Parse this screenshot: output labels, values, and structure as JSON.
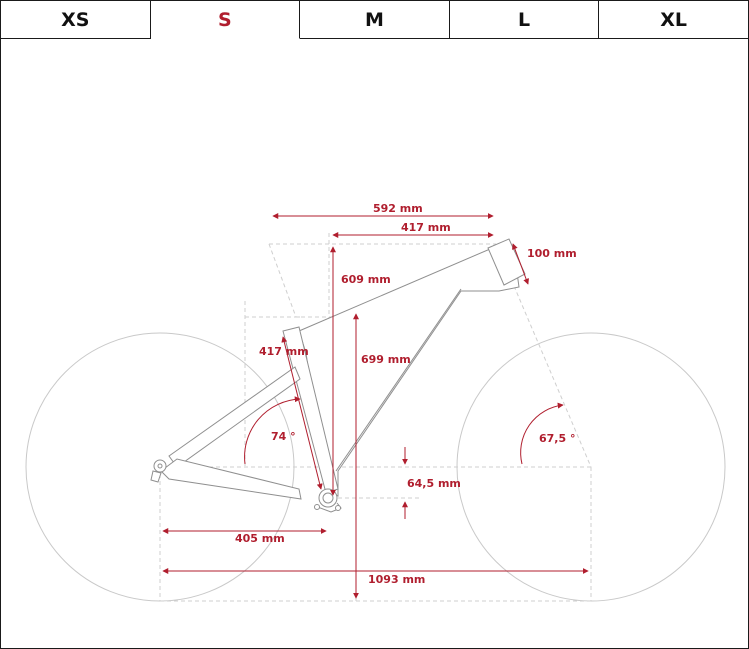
{
  "size_tabs": [
    {
      "label": "XS",
      "active": false
    },
    {
      "label": "S",
      "active": true
    },
    {
      "label": "M",
      "active": false
    },
    {
      "label": "L",
      "active": false
    },
    {
      "label": "XL",
      "active": false
    }
  ],
  "colors": {
    "accent": "#b01e2e",
    "line": "#9a9a9a",
    "guide": "#c9c9c9",
    "tab_text": "#111111"
  },
  "dimensions": {
    "reach": "592 mm",
    "stack_top": "417 mm",
    "head_tube": "100 mm",
    "stack": "609 mm",
    "seat_tube": "417 mm",
    "seat_height": "699 mm",
    "seat_angle": "74 °",
    "head_angle": "67,5 °",
    "bb_drop": "64,5 mm",
    "chainstay": "405 mm",
    "wheelbase": "1093 mm"
  }
}
